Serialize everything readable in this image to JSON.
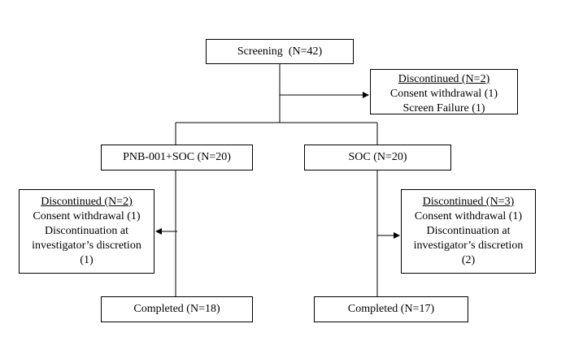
{
  "screening": {
    "label": "Screening",
    "count": "(N=42)"
  },
  "discontinued_screening": {
    "title": "Discontinued (N=2)",
    "lines": [
      "Consent withdrawal (1)",
      "Screen Failure (1)"
    ]
  },
  "arm_a": {
    "label": "PNB-001+SOC (N=20)"
  },
  "arm_b": {
    "label": "SOC (N=20)"
  },
  "discontinued_a": {
    "title": "Discontinued (N=2)",
    "lines": [
      "Consent withdrawal (1)",
      "Discontinuation at",
      "investigator’s discretion",
      "(1)"
    ]
  },
  "discontinued_b": {
    "title": "Discontinued (N=3)",
    "lines": [
      "Consent withdrawal (1)",
      "Discontinuation at",
      "investigator’s discretion",
      "(2)"
    ]
  },
  "completed_a": {
    "label": "Completed (N=18)"
  },
  "completed_b": {
    "label": "Completed (N=17)"
  }
}
